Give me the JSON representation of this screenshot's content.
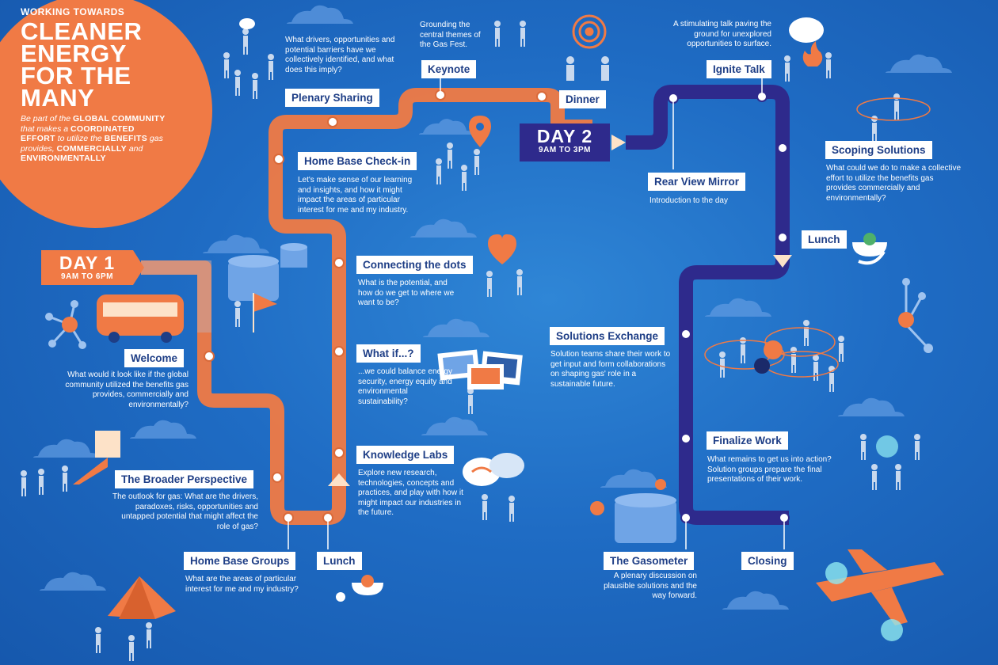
{
  "hero": {
    "kicker": "WORKING TOWARDS",
    "title_lines": [
      "CLEANER",
      "ENERGY",
      "FOR THE",
      "MANY"
    ],
    "sub_1": "Be part of the ",
    "sub_2": "GLOBAL COMMUNITY",
    "sub_3": " that makes a ",
    "sub_4": "COORDINATED EFFORT",
    "sub_5": " to utilize the ",
    "sub_6": "BENEFITS",
    "sub_7": " gas provides, ",
    "sub_8": "COMMERCIALLY",
    "sub_9": " and ",
    "sub_10": "ENVIRONMENTALLY"
  },
  "day1": {
    "title": "DAY 1",
    "time": "9AM TO 6PM"
  },
  "day2": {
    "title": "DAY 2",
    "time": "9AM TO 3PM"
  },
  "stops": {
    "welcome": {
      "label": "Welcome",
      "desc": "What would it look like if the global community utilized the benefits gas provides, commercially and environmentally?"
    },
    "broader": {
      "label": "The Broader Perspective",
      "desc": "The outlook for gas: What are the drivers, paradoxes, risks, opportunities and untapped potential that might affect the role of gas?"
    },
    "homebase_groups": {
      "label": "Home Base Groups",
      "desc": "What are the areas of particular interest for me and my industry?"
    },
    "lunch1": {
      "label": "Lunch"
    },
    "knowledge_labs": {
      "label": "Knowledge Labs",
      "desc": "Explore new research, technologies, concepts and practices, and play with how it might impact our industries in the future."
    },
    "what_if": {
      "label": "What if...?",
      "desc": "...we could balance energy security, energy equity and environmental sustainability?"
    },
    "connecting": {
      "label": "Connecting the dots",
      "desc": "What is the potential, and how do we get to where we want to be?"
    },
    "checkin": {
      "label": "Home Base Check-in",
      "desc": "Let's make sense of our learning and insights, and how it might impact the areas of particular interest for me and my industry."
    },
    "plenary": {
      "label": "Plenary Sharing",
      "desc": "What drivers, opportunities and potential barriers have we collectively identified, and what does this imply?"
    },
    "keynote": {
      "label": "Keynote",
      "desc": "Grounding the central themes of the Gas Fest."
    },
    "dinner": {
      "label": "Dinner"
    },
    "rearview": {
      "label": "Rear View Mirror",
      "desc": "Introduction to the day"
    },
    "ignite": {
      "label": "Ignite Talk",
      "desc": "A stimulating talk paving the ground for unexplored opportunities to surface."
    },
    "scoping": {
      "label": "Scoping Solutions",
      "desc": "What could we do to make a collective effort to utilize the benefits gas provides commercially and environmentally?"
    },
    "lunch2": {
      "label": "Lunch"
    },
    "solutions_exchange": {
      "label": "Solutions Exchange",
      "desc": "Solution teams share their work to get input and form collaborations on shaping gas' role in a sustainable future."
    },
    "finalize": {
      "label": "Finalize Work",
      "desc": "What remains to get us into action? Solution groups prepare the final presentations of their work."
    },
    "gasometer": {
      "label": "The Gasometer",
      "desc": "A plenary discussion on plausible solutions and the way forward."
    },
    "closing": {
      "label": "Closing"
    }
  },
  "colors": {
    "background": "#1f6cc4",
    "accent_orange": "#f07a45",
    "day1_path": "#e8875d",
    "day2_path": "#2e2a8c",
    "label_text": "#1e3e86"
  },
  "icons": [
    "people-icon",
    "cloud-icon",
    "bus-icon",
    "tent-icon",
    "map-pin-icon",
    "heart-icon",
    "photo-cards-icon",
    "speech-bubble-icon",
    "campfire-icon",
    "gasometer-icon",
    "airplane-icon",
    "molecule-icon",
    "food-bowl-icon"
  ]
}
